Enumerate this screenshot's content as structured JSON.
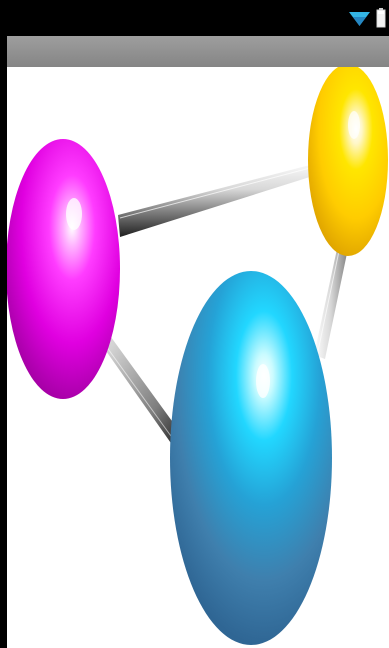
{
  "screen": {
    "status_bar": {
      "icons": [
        "wifi-signal-icon",
        "battery-icon"
      ]
    },
    "title_bar": {
      "color": "#8f8f8f"
    },
    "scene": {
      "type": "molecule-model",
      "atoms": [
        {
          "name": "magenta-atom",
          "color": "#e000e0"
        },
        {
          "name": "yellow-atom",
          "color": "#ffcc00"
        },
        {
          "name": "blue-atom",
          "color": "#3f7fad"
        }
      ],
      "bonds": [
        {
          "name": "bond-magenta-yellow"
        },
        {
          "name": "bond-yellow-blue"
        },
        {
          "name": "bond-magenta-blue"
        }
      ]
    }
  }
}
